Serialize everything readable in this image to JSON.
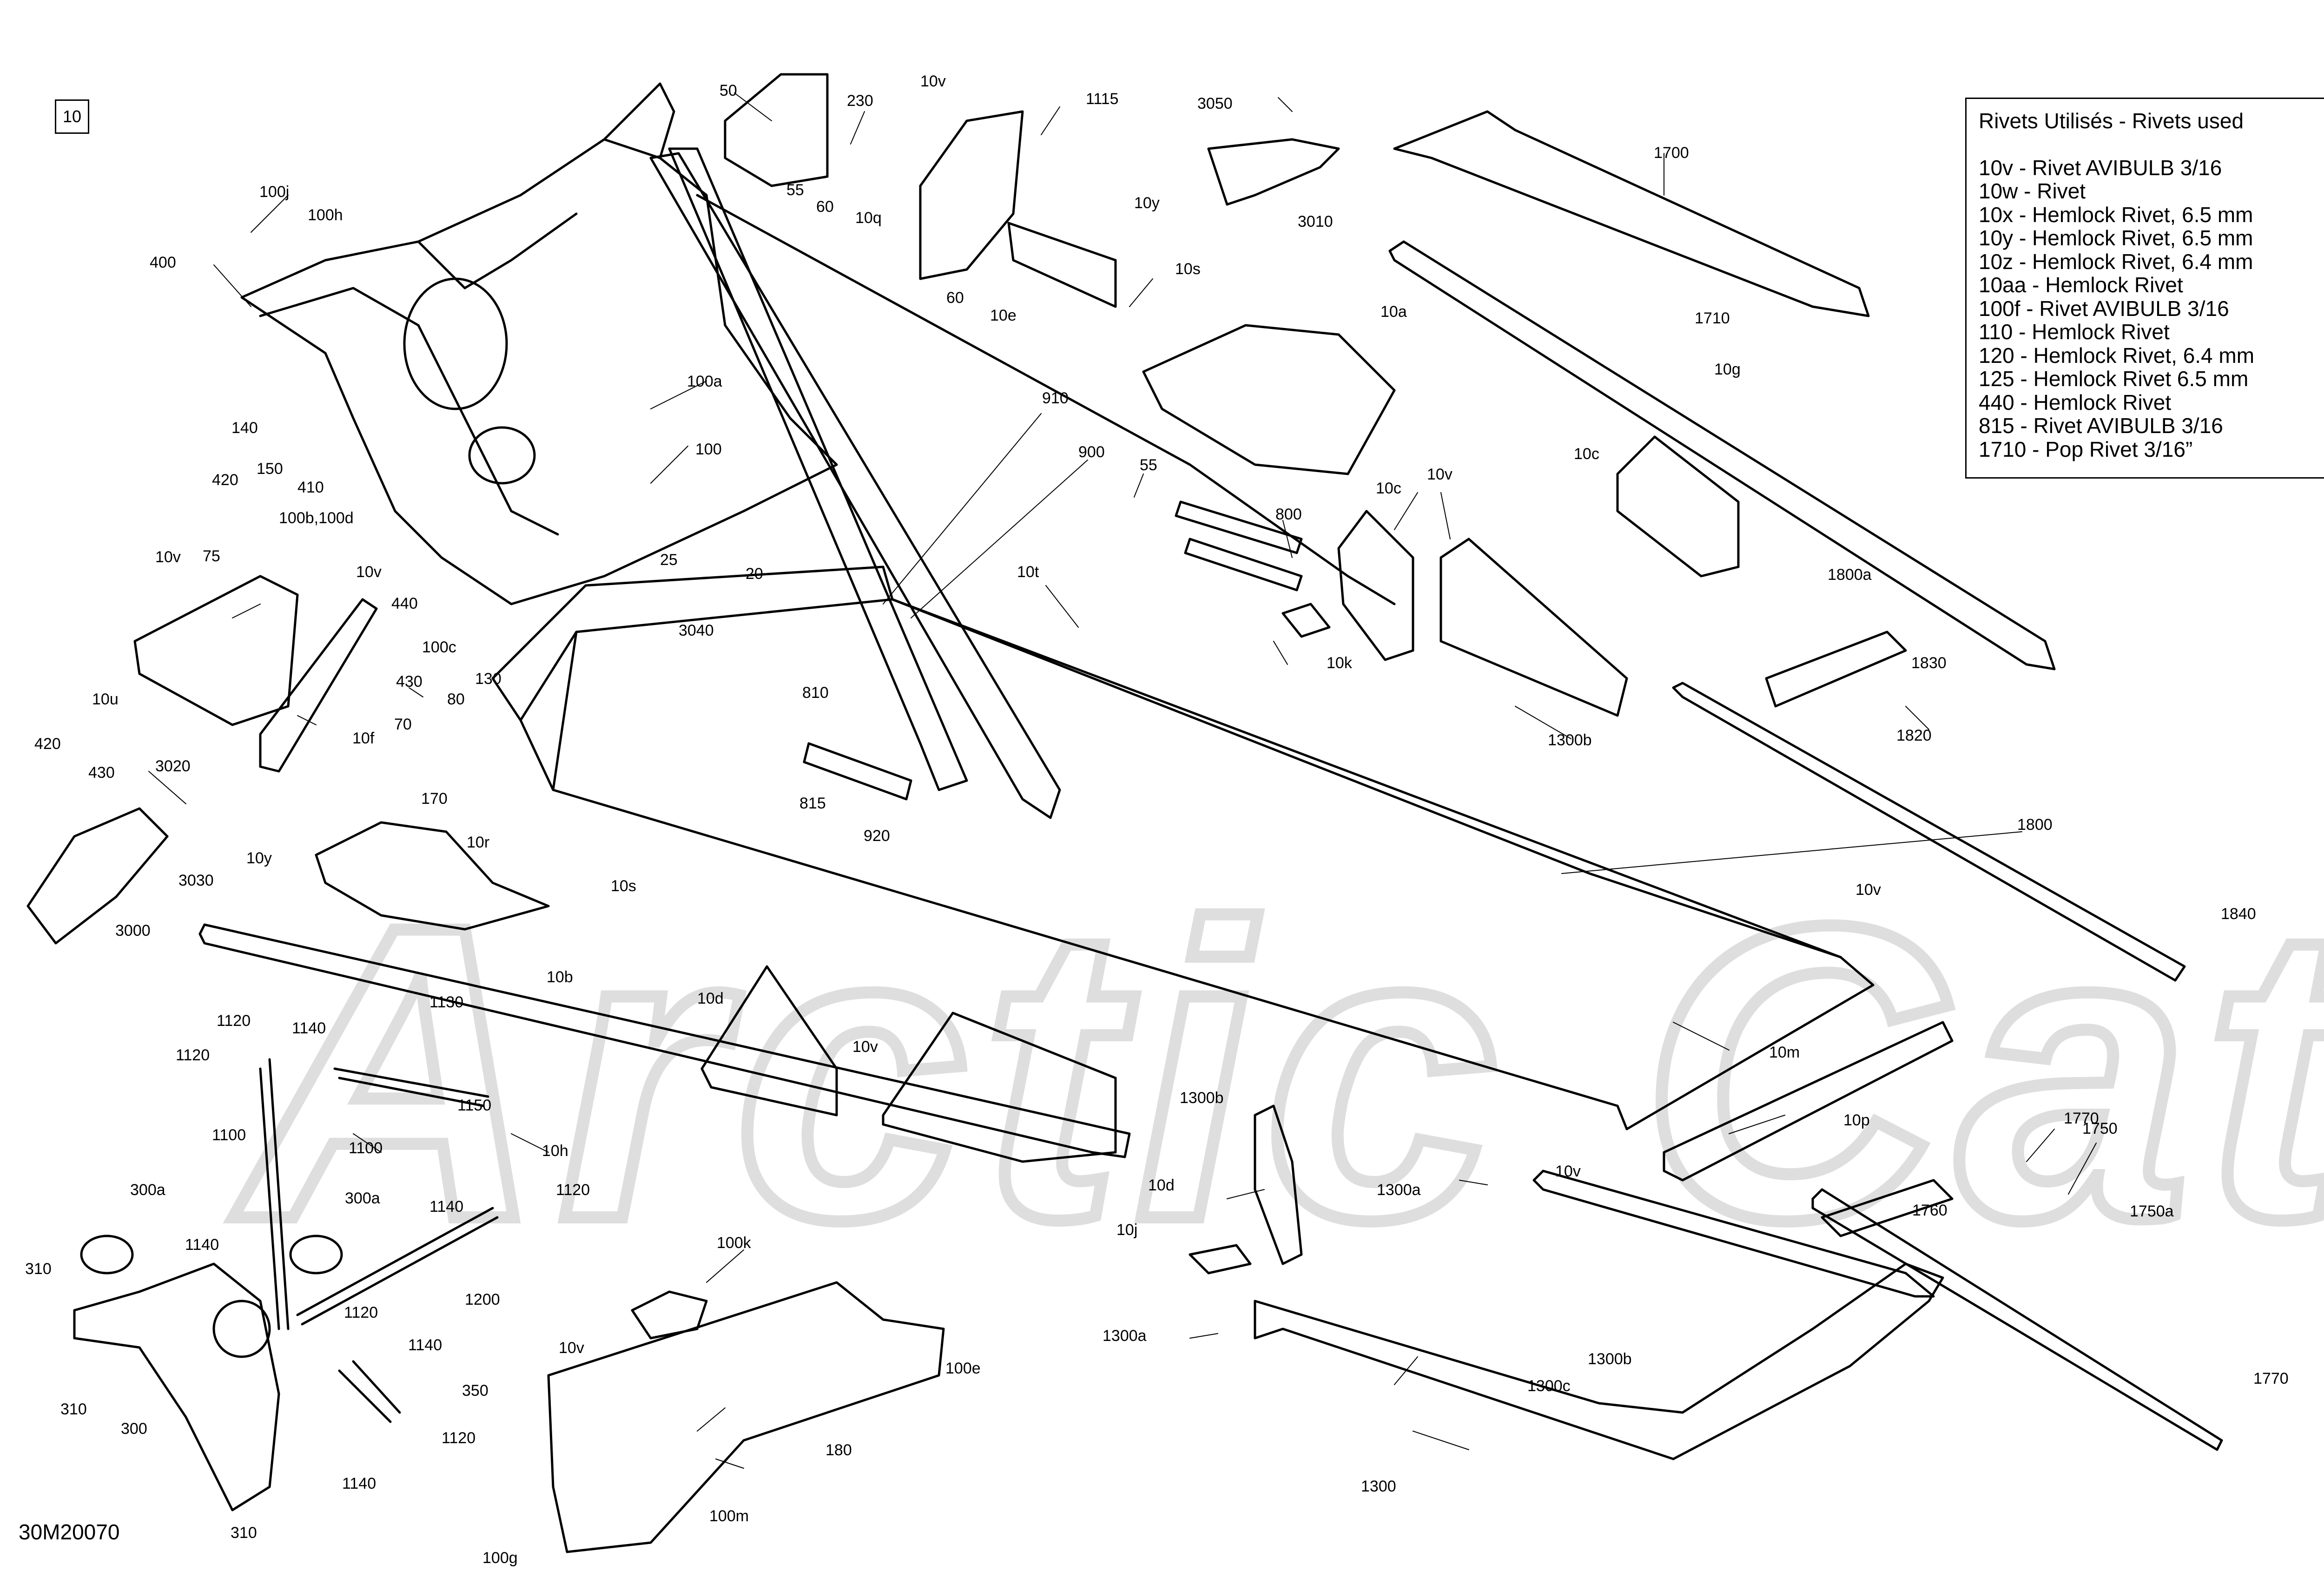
{
  "page_ref": "10",
  "diagram_code": "30M20070",
  "legend": {
    "title": "Rivets Utilisés - Rivets used",
    "items": [
      "10v - Rivet AVIBULB 3/16",
      "10w - Rivet",
      "10x - Hemlock Rivet, 6.5 mm",
      "10y - Hemlock Rivet, 6.5 mm",
      "10z - Hemlock Rivet, 6.4 mm",
      "10aa - Hemlock Rivet",
      "100f - Rivet AVIBULB 3/16",
      "110 - Hemlock Rivet",
      "120 - Hemlock Rivet, 6.4 mm",
      "125 - Hemlock Rivet 6.5 mm",
      "440 - Hemlock Rivet",
      "815 - Rivet AVIBULB 3/16",
      "1710 - Pop Rivet 3/16”"
    ]
  },
  "watermark": "Arctic Cat",
  "colors": {
    "line": "#000000",
    "fill": "#ffffff",
    "watermark": "#d9d9d9"
  },
  "callouts": [
    "50",
    "230",
    "1115",
    "3050",
    "1700",
    "55",
    "60",
    "10q",
    "10y",
    "3010",
    "10v",
    "100j",
    "100h",
    "400",
    "10e",
    "10s",
    "1710",
    "10a",
    "60",
    "10g",
    "910",
    "100a",
    "140",
    "150",
    "410",
    "100",
    "900",
    "55",
    "10c",
    "10c",
    "420",
    "100b,100d",
    "800",
    "10v",
    "1800a",
    "10v",
    "75",
    "10v",
    "440",
    "100c",
    "25",
    "3040",
    "10t",
    "20",
    "1830",
    "10u",
    "430",
    "10f",
    "80",
    "130",
    "810",
    "10k",
    "1300b",
    "1820",
    "70",
    "170",
    "815",
    "420",
    "430",
    "3020",
    "10r",
    "920",
    "1800",
    "10y",
    "3030",
    "10s",
    "3000",
    "10v",
    "1840",
    "10b",
    "10d",
    "10m",
    "1130",
    "1120",
    "1140",
    "10v",
    "1300b",
    "1120",
    "1100",
    "1150",
    "10p",
    "1770",
    "10h",
    "1750",
    "1100",
    "300a",
    "300a",
    "10d",
    "1300a",
    "10v",
    "1760",
    "1750a",
    "1140",
    "1120",
    "10j",
    "310",
    "1140",
    "1200",
    "100k",
    "1120",
    "1300a",
    "100e",
    "1140",
    "350",
    "10v",
    "1300b",
    "1300c",
    "310",
    "300",
    "1120",
    "180",
    "1770",
    "1140",
    "1300",
    "310",
    "100m",
    "100g"
  ]
}
